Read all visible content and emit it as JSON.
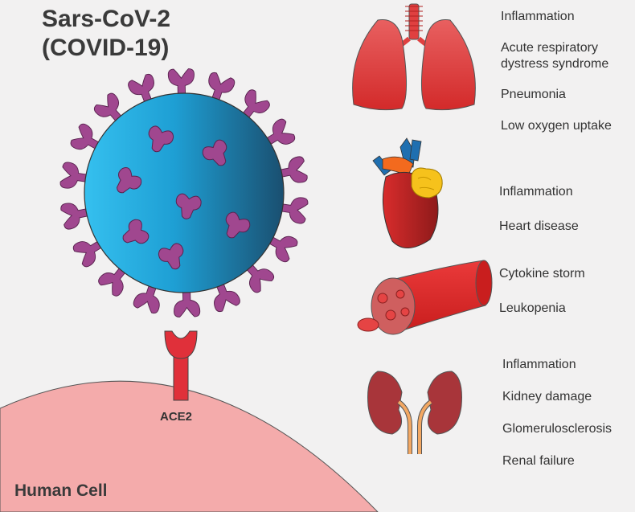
{
  "title_line1": "Sars-CoV-2",
  "title_line2": "(COVID-19)",
  "receptor_label": "ACE2",
  "cell_label": "Human Cell",
  "organs": [
    {
      "organ": "lungs",
      "icon": "lungs-icon",
      "symptoms": [
        "Inflammation",
        "Acute respiratory\ndystress syndrome",
        "Pneumonia",
        "Low oxygen uptake"
      ]
    },
    {
      "organ": "heart",
      "icon": "heart-icon",
      "symptoms": [
        "Inflammation",
        "Heart disease"
      ]
    },
    {
      "organ": "blood-vessel",
      "icon": "blood-vessel-icon",
      "symptoms": [
        "Cytokine storm",
        "Leukopenia"
      ]
    },
    {
      "organ": "kidneys",
      "icon": "kidneys-icon",
      "symptoms": [
        "Inflammation",
        "Kidney damage",
        "Glomerulosclerosis",
        "Renal failure"
      ]
    }
  ],
  "colors": {
    "virus_light": "#29b5e8",
    "virus_dark": "#1a5e80",
    "spike": "#a0478f",
    "cell": "#f4abab",
    "receptor": "#e0303a",
    "organ_red": "#d83a3a",
    "kidney": "#a8353a"
  }
}
